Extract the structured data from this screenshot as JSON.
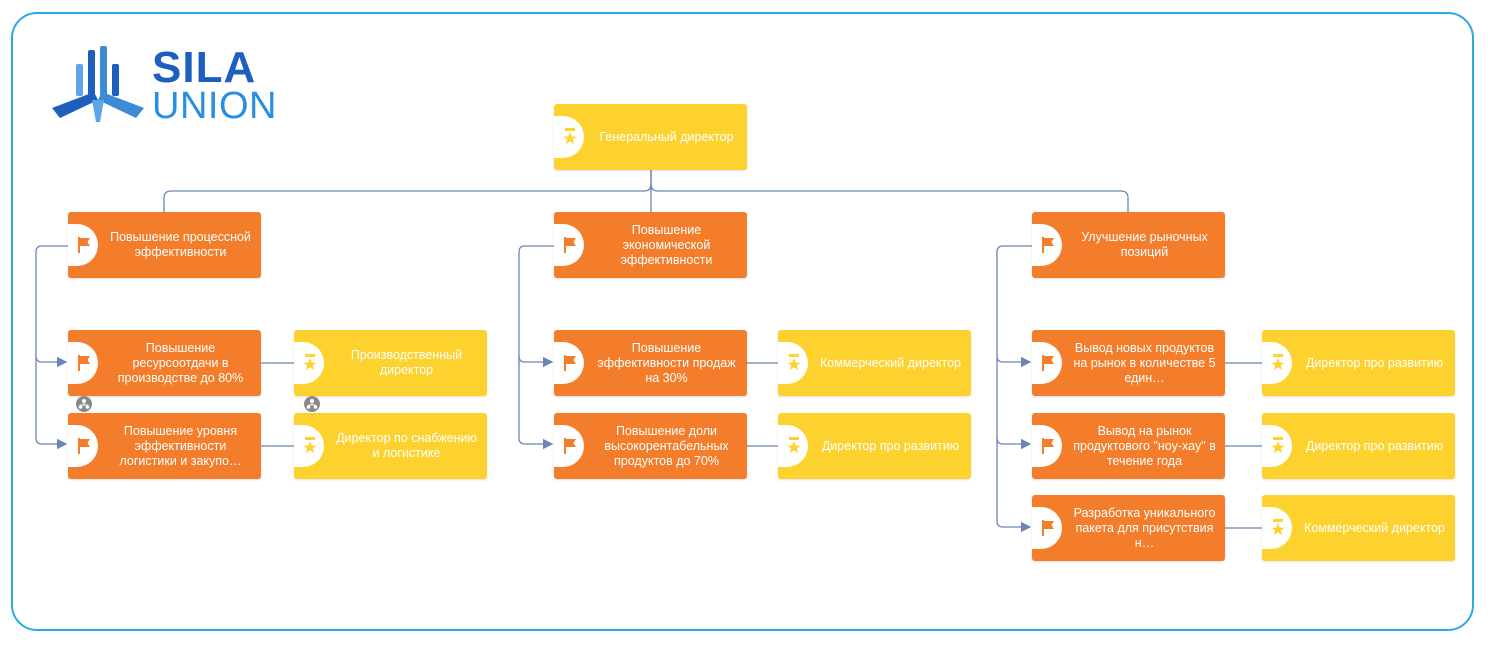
{
  "brand": {
    "line1": "SILA",
    "line2": "UNION",
    "colors": {
      "dark": "#1d5fbf",
      "light": "#2a8fe0",
      "mid": "#3d8bd6"
    }
  },
  "colors": {
    "goal": "#f37d2b",
    "role": "#fdd22f",
    "connector": "#6b85b8",
    "frame": "#29abe2"
  },
  "root": {
    "label": "Генеральный директор",
    "icon": "medal-icon"
  },
  "branches": [
    {
      "label": "Повышение процессной эффективности",
      "icon": "flag-icon",
      "children": [
        {
          "label": "Повышение ресурсоотдачи в производстве до 80%",
          "owner": "Производственный директор",
          "has_subtree": true
        },
        {
          "label": "Повышение уровня эффективности логистики и закупо…",
          "owner": "Директор по снабжению и логистике",
          "has_subtree": false
        }
      ]
    },
    {
      "label": "Повышение экономической эффективности",
      "icon": "flag-icon",
      "children": [
        {
          "label": "Повышение эффективности продаж на 30%",
          "owner": "Коммерческий директор",
          "has_subtree": false
        },
        {
          "label": "Повышение доли высокорентабельных продуктов до 70%",
          "owner": "Директор про развитию",
          "has_subtree": false
        }
      ]
    },
    {
      "label": "Улучшение рыночных позиций",
      "icon": "flag-icon",
      "children": [
        {
          "label": "Вывод новых продуктов на рынок в количестве 5 един…",
          "owner": "Директор про развитию",
          "has_subtree": false
        },
        {
          "label": "Вывод на рынок продуктового \"ноу-хау\" в течение года",
          "owner": "Директор про развитию",
          "has_subtree": false
        },
        {
          "label": "Разработка уникального пакета для присутствия н…",
          "owner": "Коммерческий директор",
          "has_subtree": false
        }
      ]
    }
  ]
}
